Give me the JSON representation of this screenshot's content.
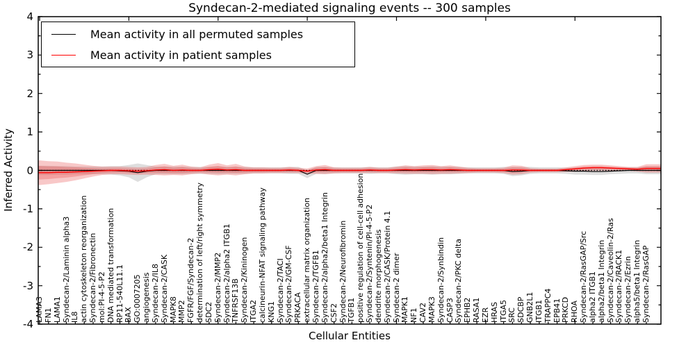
{
  "chart_data": {
    "type": "line",
    "title": "Syndecan-2-mediated signaling events -- 300 samples",
    "xlabel": "Cellular Entities",
    "ylabel": "Inferred Activity",
    "ylim": [
      -4,
      4
    ],
    "yticks": [
      4,
      3,
      2,
      1,
      0,
      -1,
      -2,
      -3,
      -4
    ],
    "y_minor_tick_step": 0.5,
    "x_major_tick_step": 10,
    "grid": false,
    "zero_line_style": "dotted",
    "legend": {
      "position": "upper left",
      "entries": [
        {
          "label": "Mean activity in all permuted samples",
          "color": "#000000"
        },
        {
          "label": "Mean activity in patient samples",
          "color": "#ff0000"
        }
      ]
    },
    "categories": [
      "LAMA3",
      "FN1",
      "LAMA1",
      "Syndecan-2/Laminin alpha3",
      "IL8",
      "actin cytoskeleton reorganization",
      "Syndecan-2/Fibronectin",
      "mol:PI-4-5-P2",
      "DNA mediated transformation",
      "RP11-540L11.1",
      "BAX",
      "GO:0007205",
      "angiogenesis",
      "Syndecan-2/IL8",
      "Syndecan-2/CASK",
      "MAPK8",
      "MMP2",
      "FGFR/FGF/Syndecan-2",
      "determination of left/right symmetry",
      "SDC2",
      "Syndecan-2/MMP2",
      "Syndecan-2/alpha2 ITGB1",
      "TNFRSF13B",
      "Syndecan-2/Kininogen",
      "ITGA2",
      "calcineurin-NFAT signaling pathway",
      "KNG1",
      "Syndecan-2/TACI",
      "Syndecan-2/GM-CSF",
      "PRKACA",
      "extracellular matrix organization",
      "Syndecan-2/TGFB1",
      "Syndecan-2/alpha2/beta1 Integrin",
      "CSF2",
      "Syndecan-2/Neurofibromin",
      "TGFB1",
      "positive regulation of cell-cell adhesion",
      "Syndecan-2/Syntenin/PI-4-5-P2",
      "dendrite morphogenesis",
      "Syndecan-2/CASK/Protein 4.1",
      "Syndecan-2 dimer",
      "MAPK1",
      "NF1",
      "CAV2",
      "MAPK3",
      "Syndecan-2/Synbindin",
      "CASP3",
      "Syndecan-2/PKC delta",
      "EPHB2",
      "RASA1",
      "EZR",
      "HRAS",
      "ITGA5",
      "SRC",
      "SDCBP",
      "GNB2L1",
      "ITGB1",
      "TRAPPC4",
      "EPB41",
      "PRKCD",
      "RHOA",
      "Syndecan-2/RasGAP/Src",
      "alpha2 ITGB1",
      "alpha2/beta1 Integrin",
      "Syndecan-2/Caveolin-2/Ras",
      "Syndecan-2/RACK1",
      "Syndecan-2/Ezrin",
      "alpha5/beta1 Integrin",
      "Syndecan-2/RasGAP"
    ],
    "series": [
      {
        "name": "Mean activity in all permuted samples",
        "color": "#000000",
        "band_color": "#8a8a8a",
        "mean": [
          0,
          0,
          0,
          0,
          0,
          0,
          0,
          0,
          0,
          -0.01,
          -0.02,
          -0.06,
          -0.02,
          0,
          0,
          0,
          0,
          0,
          0,
          0,
          0,
          0,
          0,
          0,
          0,
          0,
          0,
          0,
          0,
          0,
          -0.1,
          0,
          0,
          0,
          0,
          0,
          0,
          0,
          0,
          0,
          0,
          0,
          0,
          0,
          0,
          0,
          0,
          0,
          0,
          0,
          0,
          0,
          0,
          -0.03,
          -0.02,
          0,
          0,
          0,
          0,
          -0.01,
          -0.02,
          -0.02,
          -0.03,
          -0.03,
          -0.02,
          -0.01,
          0,
          0,
          0
        ],
        "std": [
          0.12,
          0.12,
          0.11,
          0.11,
          0.1,
          0.1,
          0.1,
          0.1,
          0.11,
          0.12,
          0.16,
          0.24,
          0.16,
          0.1,
          0.1,
          0.1,
          0.1,
          0.09,
          0.09,
          0.09,
          0.1,
          0.09,
          0.09,
          0.09,
          0.08,
          0.08,
          0.08,
          0.08,
          0.09,
          0.09,
          0.1,
          0.09,
          0.09,
          0.08,
          0.08,
          0.08,
          0.08,
          0.09,
          0.08,
          0.08,
          0.1,
          0.11,
          0.1,
          0.1,
          0.11,
          0.1,
          0.1,
          0.09,
          0.08,
          0.08,
          0.08,
          0.08,
          0.09,
          0.12,
          0.11,
          0.09,
          0.08,
          0.08,
          0.08,
          0.08,
          0.09,
          0.09,
          0.09,
          0.09,
          0.08,
          0.08,
          0.08,
          0.08,
          0.1
        ]
      },
      {
        "name": "Mean activity in patient samples",
        "color": "#ff0000",
        "band_color": "#e84a4a",
        "mean": [
          -0.06,
          -0.06,
          -0.05,
          -0.05,
          -0.04,
          -0.03,
          -0.02,
          -0.01,
          0,
          0,
          -0.01,
          -0.02,
          -0.01,
          0.01,
          0.02,
          0,
          0.01,
          0,
          0,
          0.02,
          0.03,
          0.01,
          0.02,
          0,
          0,
          0,
          0,
          0,
          0.01,
          0,
          -0.02,
          0.01,
          0.02,
          0,
          0,
          0,
          0,
          0.01,
          0,
          0,
          0.01,
          0.02,
          0.01,
          0.02,
          0.02,
          0.01,
          0.02,
          0.01,
          0,
          0,
          0,
          0,
          0,
          0.01,
          0.01,
          0,
          0,
          0,
          0,
          0.02,
          0.04,
          0.06,
          0.07,
          0.07,
          0.06,
          0.05,
          0.04,
          0.03,
          0.05
        ],
        "std": [
          0.32,
          0.3,
          0.28,
          0.25,
          0.22,
          0.18,
          0.14,
          0.11,
          0.1,
          0.1,
          0.1,
          0.1,
          0.1,
          0.13,
          0.15,
          0.12,
          0.14,
          0.1,
          0.08,
          0.13,
          0.16,
          0.12,
          0.15,
          0.1,
          0.08,
          0.08,
          0.07,
          0.07,
          0.08,
          0.07,
          0.07,
          0.1,
          0.12,
          0.08,
          0.07,
          0.07,
          0.07,
          0.08,
          0.07,
          0.07,
          0.09,
          0.11,
          0.1,
          0.11,
          0.12,
          0.1,
          0.11,
          0.09,
          0.07,
          0.06,
          0.06,
          0.06,
          0.07,
          0.12,
          0.11,
          0.06,
          0.05,
          0.05,
          0.05,
          0.06,
          0.07,
          0.08,
          0.08,
          0.08,
          0.07,
          0.06,
          0.05,
          0.06,
          0.11
        ]
      }
    ]
  }
}
